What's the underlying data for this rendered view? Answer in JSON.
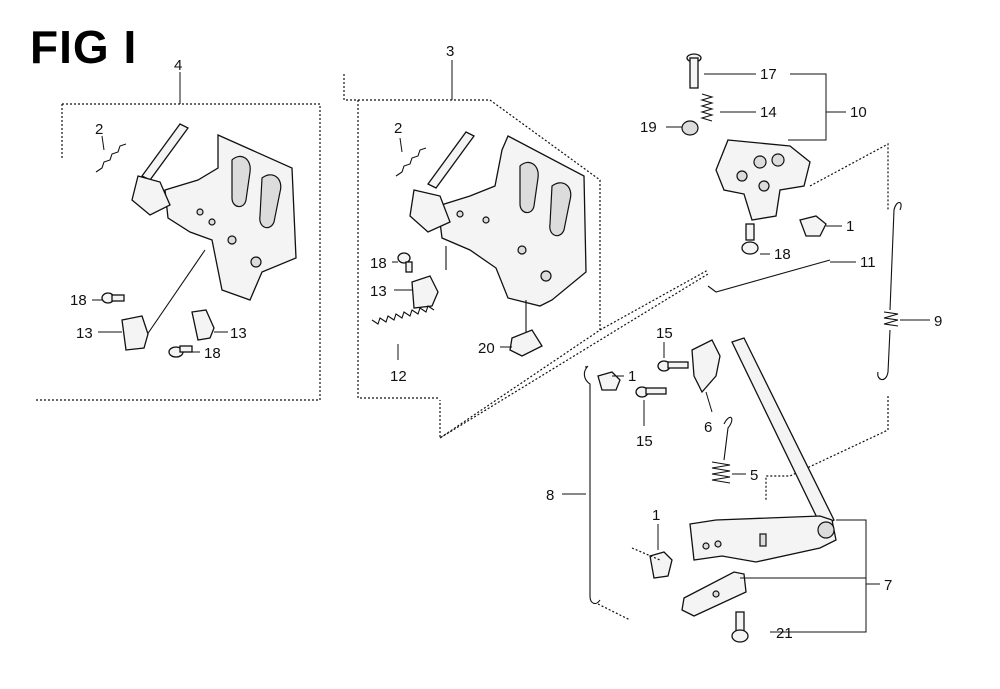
{
  "figure": {
    "title": "FIG I"
  },
  "labels": {
    "l4": "4",
    "l3": "3",
    "l2a": "2",
    "l2b": "2",
    "l18a": "18",
    "l18b": "18",
    "l18c": "18",
    "l18d": "18",
    "l13a": "13",
    "l13b": "13",
    "l13c": "13",
    "l12": "12",
    "l20": "20",
    "l17": "17",
    "l14": "14",
    "l10": "10",
    "l19": "19",
    "l1a": "1",
    "l1b": "1",
    "l1c": "1",
    "l11": "11",
    "l9": "9",
    "l15a": "15",
    "l15b": "15",
    "l6": "6",
    "l5": "5",
    "l8": "8",
    "l7": "7",
    "l21": "21"
  }
}
